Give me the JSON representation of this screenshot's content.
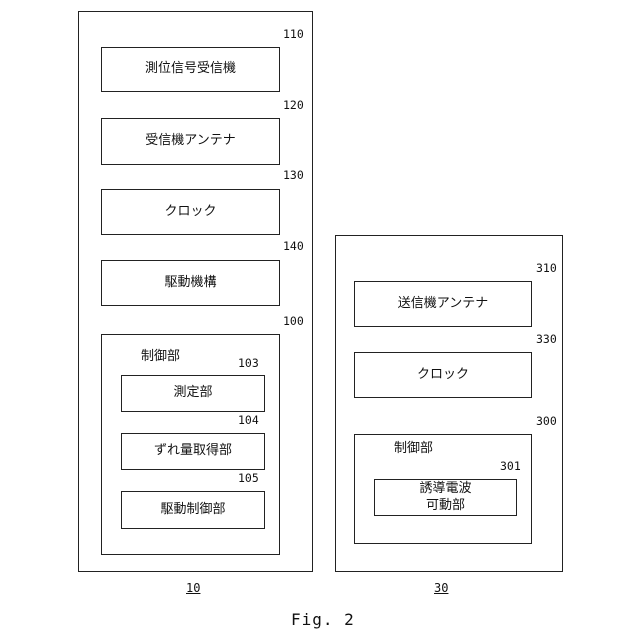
{
  "device_left": {
    "caption": "10",
    "blocks": [
      {
        "label": "測位信号受信機",
        "ref": "110"
      },
      {
        "label": "受信機アンテナ",
        "ref": "120"
      },
      {
        "label": "クロック",
        "ref": "130"
      },
      {
        "label": "駆動機構",
        "ref": "140"
      }
    ],
    "controller": {
      "label": "制御部",
      "ref": "100",
      "sub": [
        {
          "label": "測定部",
          "ref": "103"
        },
        {
          "label": "ずれ量取得部",
          "ref": "104"
        },
        {
          "label": "駆動制御部",
          "ref": "105"
        }
      ]
    }
  },
  "device_right": {
    "caption": "30",
    "blocks": [
      {
        "label": "送信機アンテナ",
        "ref": "310"
      },
      {
        "label": "クロック",
        "ref": "330"
      }
    ],
    "controller": {
      "label": "制御部",
      "ref": "300",
      "sub": [
        {
          "label_line1": "誘導電波",
          "label_line2": "可動部",
          "ref": "301"
        }
      ]
    }
  },
  "figure_label": "Fig. 2"
}
